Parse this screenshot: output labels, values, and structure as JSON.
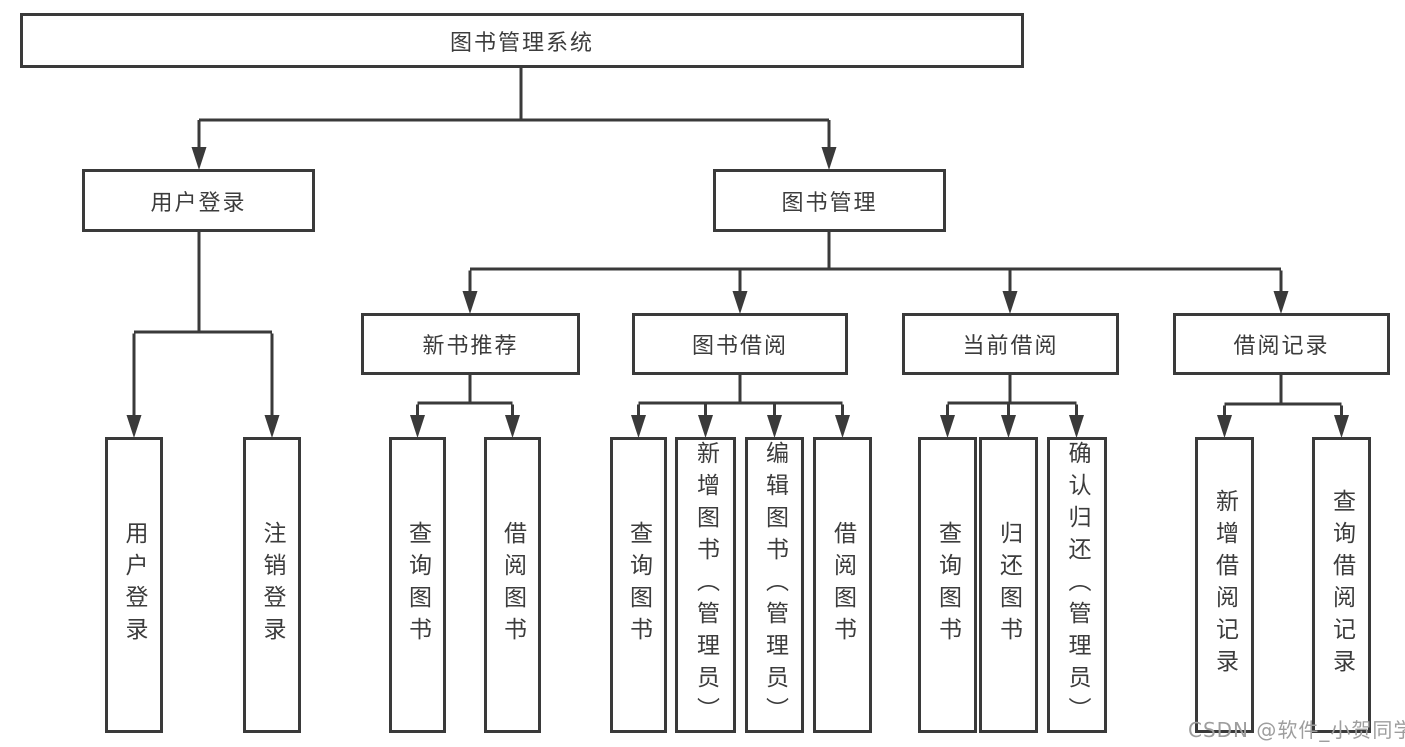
{
  "diagram": {
    "root": {
      "label": "图书管理系统"
    },
    "level2": [
      {
        "label": "用户登录",
        "parent": "图书管理系统"
      },
      {
        "label": "图书管理",
        "parent": "图书管理系统"
      }
    ],
    "level3": [
      {
        "label": "新书推荐",
        "parent": "图书管理"
      },
      {
        "label": "图书借阅",
        "parent": "图书管理"
      },
      {
        "label": "当前借阅",
        "parent": "图书管理"
      },
      {
        "label": "借阅记录",
        "parent": "图书管理"
      }
    ],
    "leaves": [
      {
        "label": "用户登录",
        "parent": "用户登录"
      },
      {
        "label": "注销登录",
        "parent": "用户登录"
      },
      {
        "label": "查询图书",
        "parent": "新书推荐"
      },
      {
        "label": "借阅图书",
        "parent": "新书推荐"
      },
      {
        "label": "查询图书",
        "parent": "图书借阅"
      },
      {
        "label": "新增图书（管理员）",
        "parent": "图书借阅"
      },
      {
        "label": "编辑图书（管理员）",
        "parent": "图书借阅"
      },
      {
        "label": "借阅图书",
        "parent": "图书借阅"
      },
      {
        "label": "查询图书",
        "parent": "当前借阅"
      },
      {
        "label": "归还图书",
        "parent": "当前借阅"
      },
      {
        "label": "确认归还（管理员）",
        "parent": "当前借阅"
      },
      {
        "label": "新增借阅记录",
        "parent": "借阅记录"
      },
      {
        "label": "查询借阅记录",
        "parent": "借阅记录"
      }
    ]
  },
  "watermark": {
    "text": "CSDN @软件_小贺同学"
  },
  "colors": {
    "line": "#3a3a3a",
    "node_text": "#3c3c3c",
    "node_fill": "#ffffff",
    "watermark": "#9e9e9e",
    "background": "#ffffff"
  }
}
